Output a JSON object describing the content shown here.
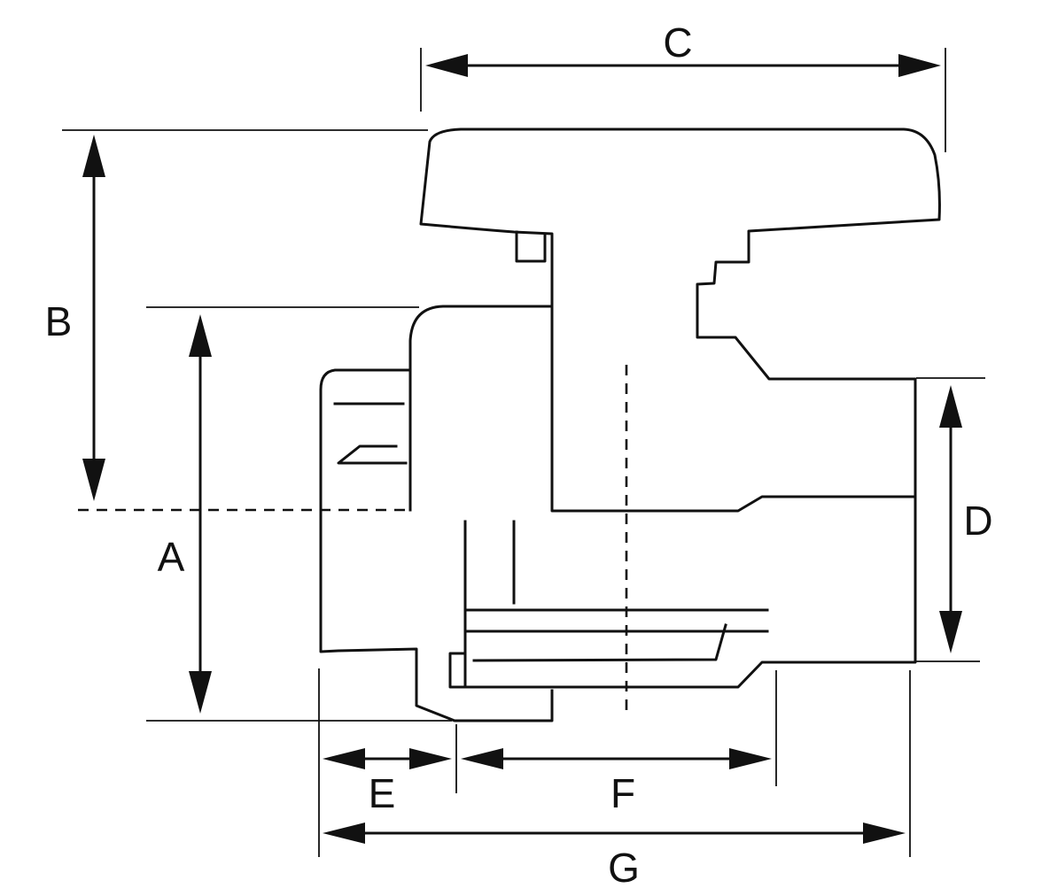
{
  "diagram": {
    "dimension_labels": {
      "a": "A",
      "b": "B",
      "c": "C",
      "d": "D",
      "e": "E",
      "f": "F",
      "g": "G"
    },
    "colors": {
      "line": "#111111",
      "background": "#ffffff"
    }
  }
}
